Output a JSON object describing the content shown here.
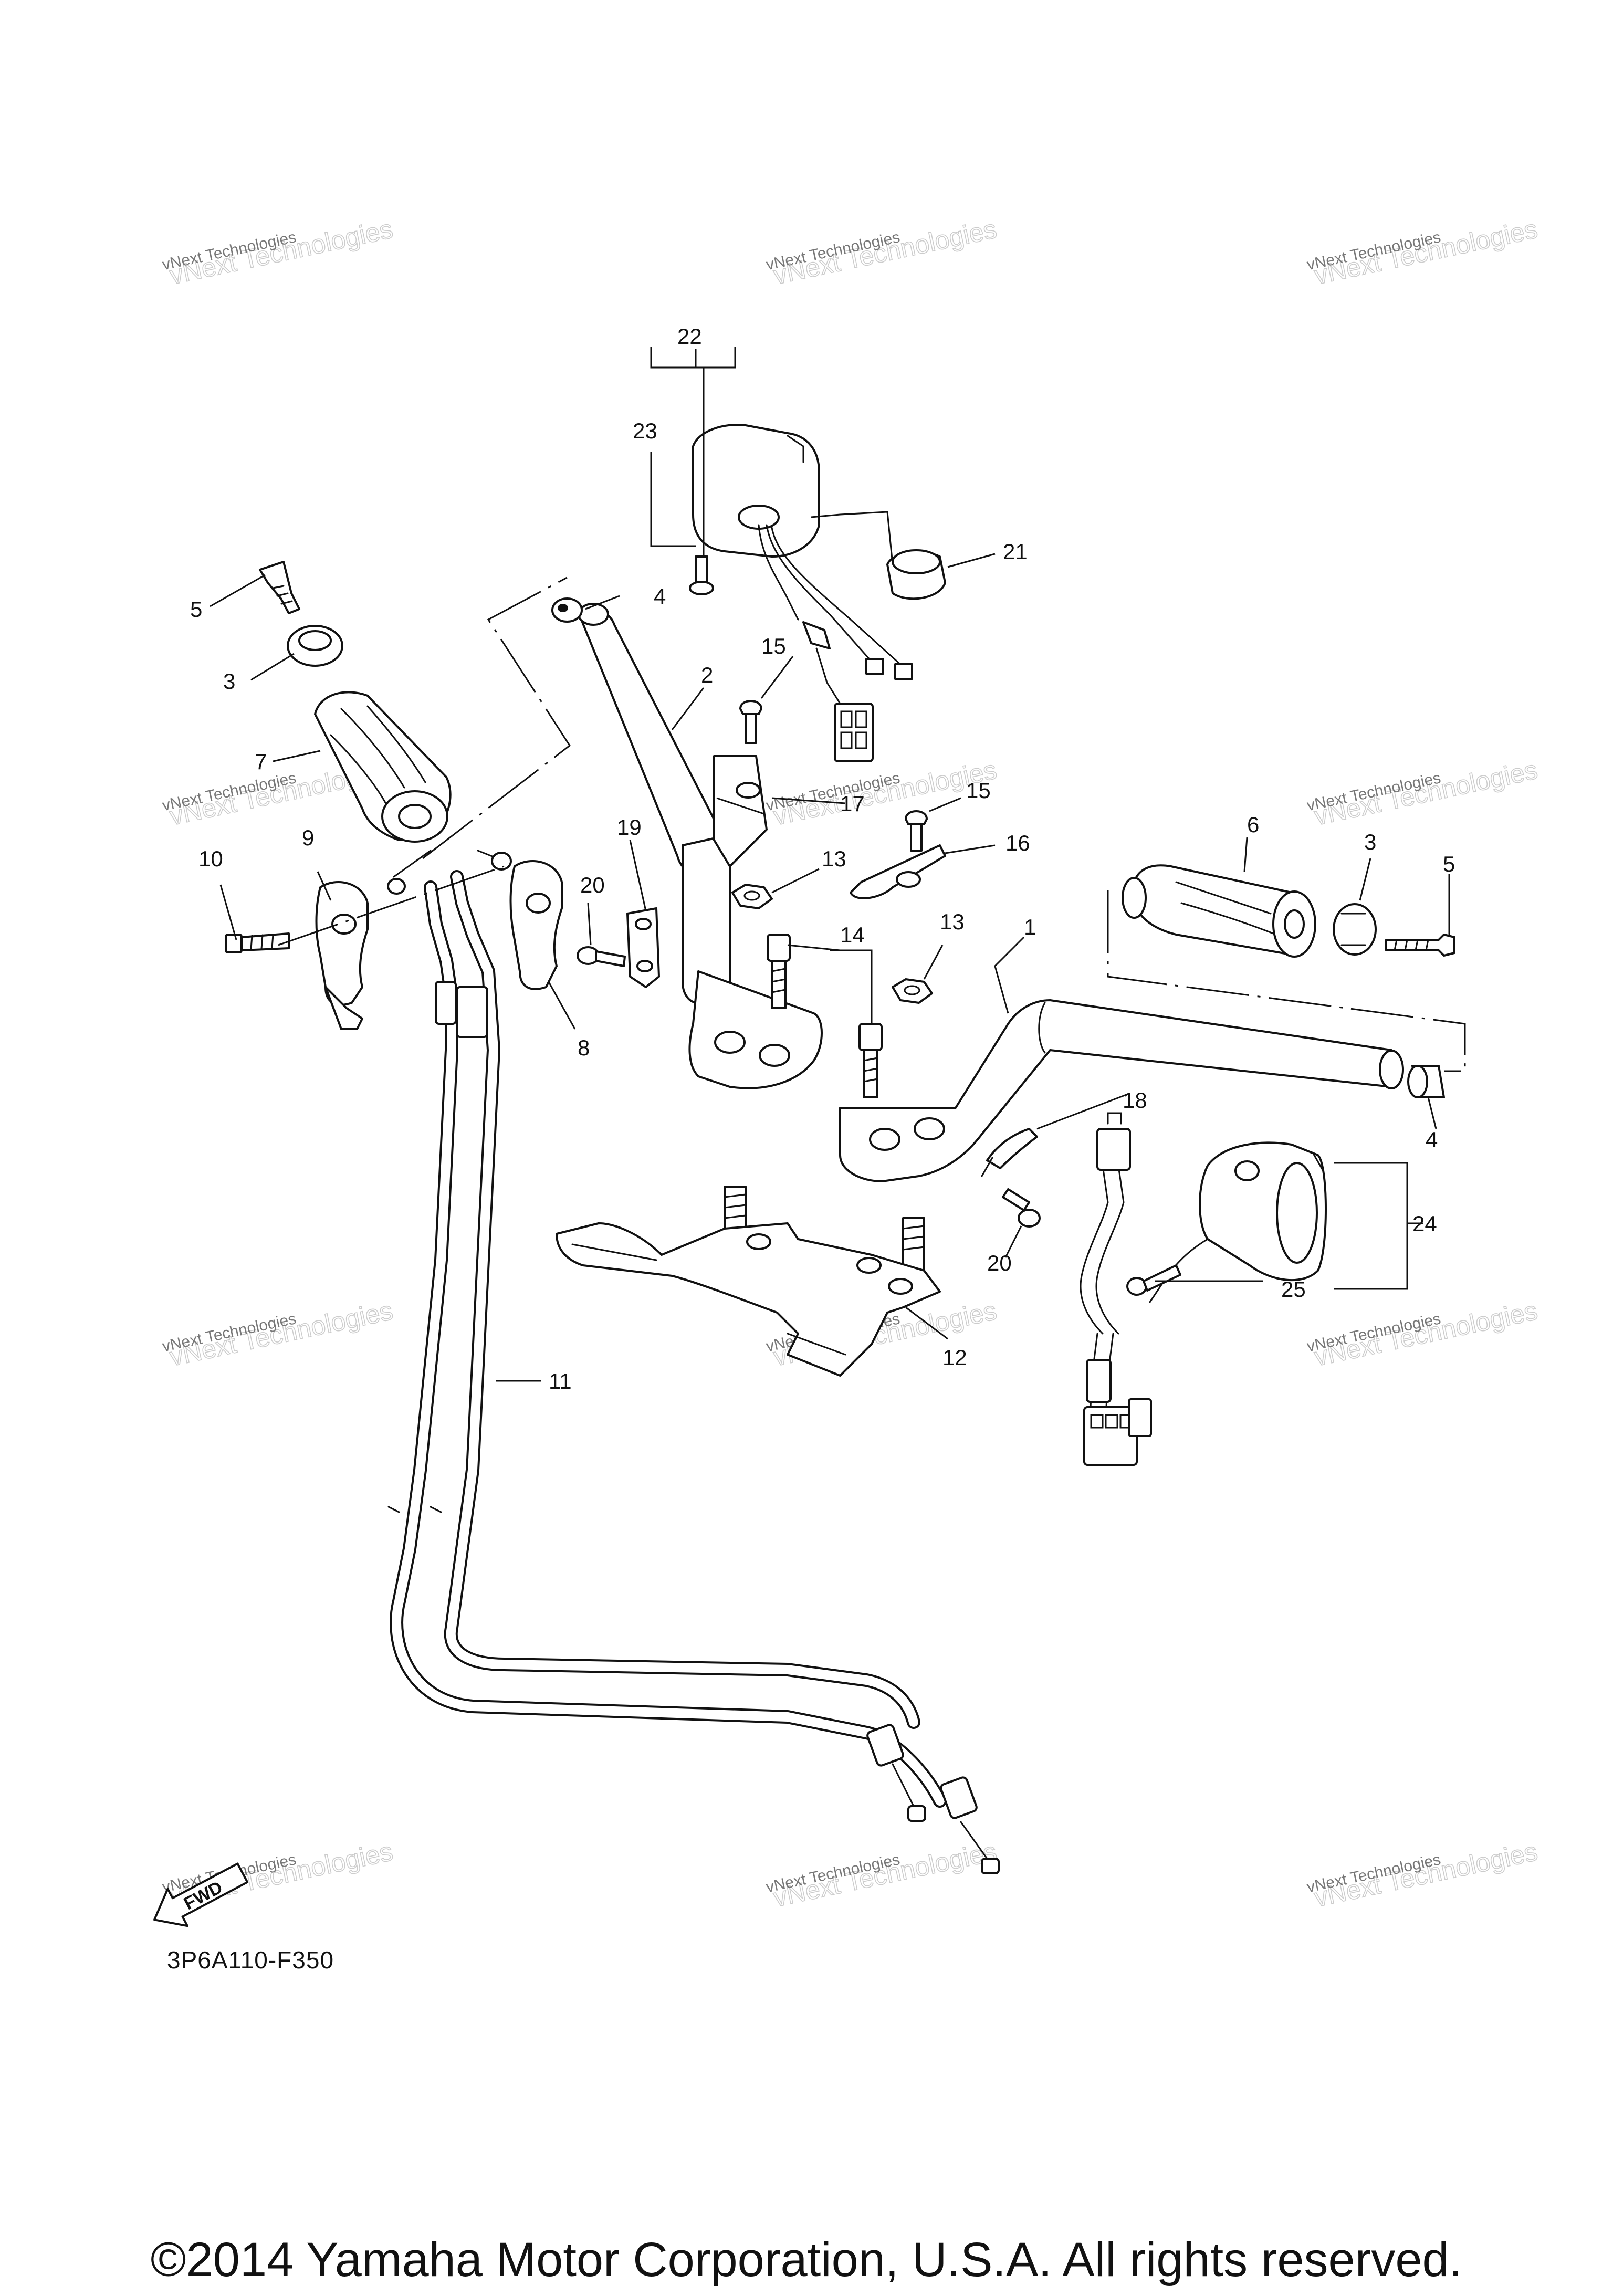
{
  "diagram": {
    "callouts": [
      "1",
      "2",
      "3",
      "4",
      "5",
      "6",
      "7",
      "8",
      "9",
      "10",
      "11",
      "12",
      "13",
      "14",
      "15",
      "16",
      "17",
      "18",
      "19",
      "20",
      "21",
      "22",
      "23",
      "24",
      "25"
    ],
    "watermark": {
      "line1": "vNext Technologies",
      "line2": "vNext Technologies"
    },
    "front_arrow_label": "FWD",
    "diagram_code": "3P6A110-F350"
  },
  "footer": {
    "copyright": "©2014 Yamaha Motor Corporation, U.S.A. All rights reserved."
  }
}
